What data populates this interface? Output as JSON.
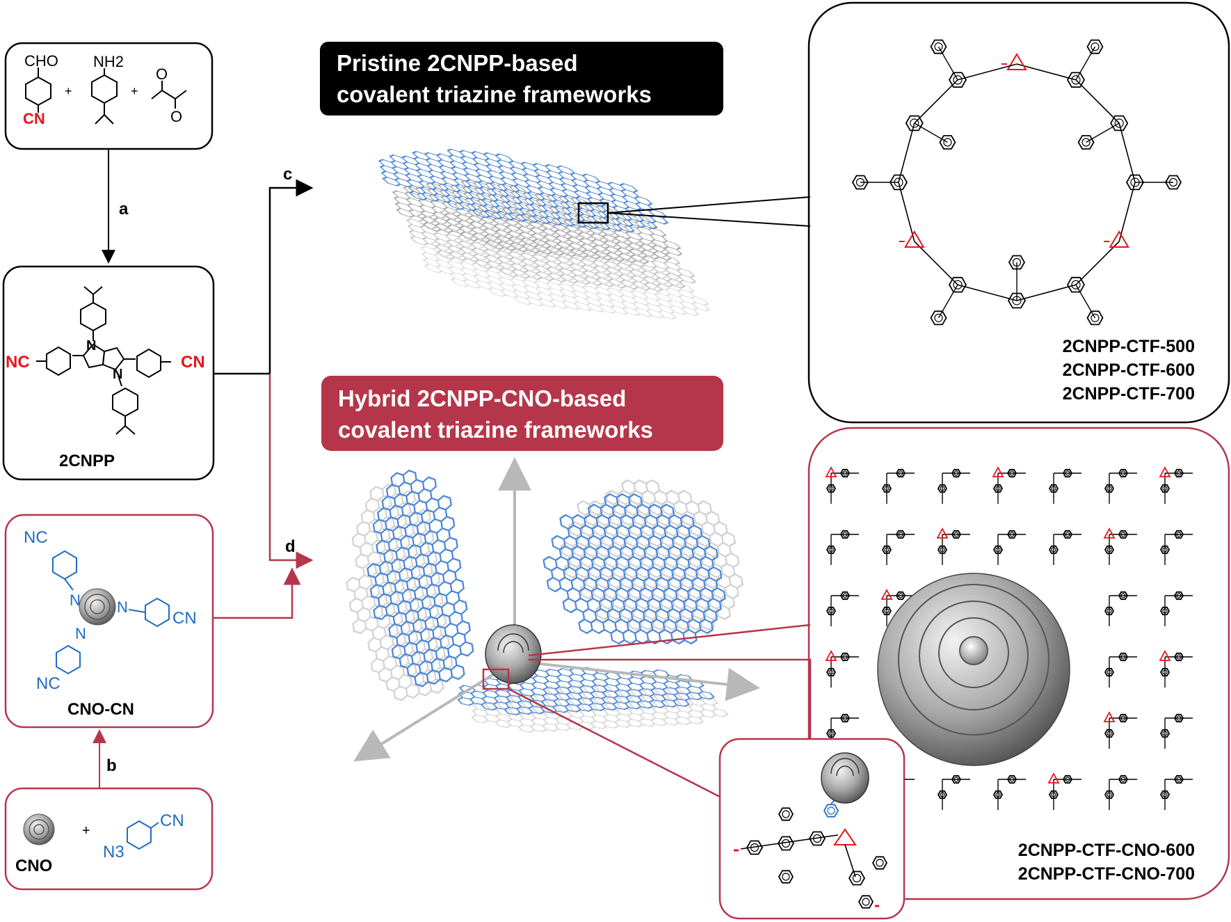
{
  "reagents_box": {
    "cho": "CHO",
    "cn": "CN",
    "nh2": "NH2",
    "plus1": "+",
    "plus2": "+",
    "o1": "O",
    "o2": "O"
  },
  "steps": {
    "a": "a",
    "b": "b",
    "c": "c",
    "d": "d"
  },
  "monomer": {
    "nc": "NC",
    "cn": "CN",
    "n_top": "N",
    "n_bottom": "N",
    "label": "2CNPP"
  },
  "cno_cn": {
    "nc_top": "NC",
    "nc_bottom": "NC",
    "cn_right": "CN",
    "n1": "N",
    "n2": "N",
    "n3": "N",
    "label": "CNO-CN"
  },
  "cno_reagents": {
    "cno": "CNO",
    "plus": "+",
    "n3": "N3",
    "cn": "CN"
  },
  "pristine_banner": {
    "line1": "Pristine 2CNPP-based",
    "line2": "covalent triazine frameworks"
  },
  "hybrid_banner": {
    "line1": "Hybrid 2CNPP-CNO-based",
    "line2": "covalent triazine frameworks"
  },
  "pristine_products": [
    "2CNPP-CTF-500",
    "2CNPP-CTF-600",
    "2CNPP-CTF-700"
  ],
  "hybrid_products": [
    "2CNPP-CTF-CNO-600",
    "2CNPP-CTF-CNO-700"
  ],
  "colors": {
    "black": "#000000",
    "red": "#e8141b",
    "blue": "#1f6bc4",
    "maroon": "#b5364a",
    "sheet_blue": "#4a86d8",
    "sheet_gray": "#9a9a9a"
  }
}
